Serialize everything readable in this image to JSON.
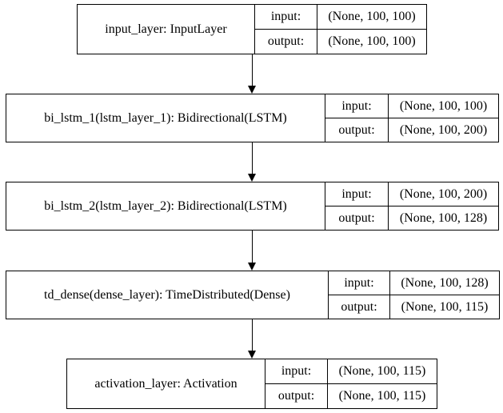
{
  "nodes": [
    {
      "name": "input_layer: InputLayer",
      "input_label": "input:",
      "output_label": "output:",
      "input": "(None, 100, 100)",
      "output": "(None, 100, 100)"
    },
    {
      "name": "bi_lstm_1(lstm_layer_1): Bidirectional(LSTM)",
      "input_label": "input:",
      "output_label": "output:",
      "input": "(None, 100, 100)",
      "output": "(None, 100, 200)"
    },
    {
      "name": "bi_lstm_2(lstm_layer_2): Bidirectional(LSTM)",
      "input_label": "input:",
      "output_label": "output:",
      "input": "(None, 100, 200)",
      "output": "(None, 100, 128)"
    },
    {
      "name": "td_dense(dense_layer): TimeDistributed(Dense)",
      "input_label": "input:",
      "output_label": "output:",
      "input": "(None, 100, 128)",
      "output": "(None, 100, 115)"
    },
    {
      "name": "activation_layer: Activation",
      "input_label": "input:",
      "output_label": "output:",
      "input": "(None, 100, 115)",
      "output": "(None, 100, 115)"
    }
  ]
}
